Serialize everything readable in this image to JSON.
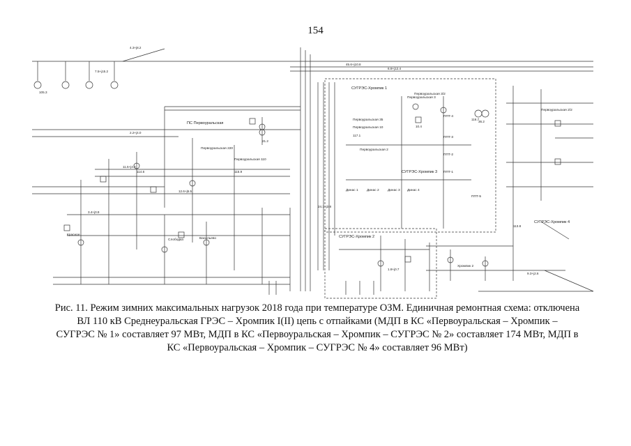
{
  "page": {
    "number": "154"
  },
  "caption": {
    "lines": [
      "Рис. 11. Режим зимних максимальных нагрузок 2018 года при температуре ОЗМ. Единичная ремонтная схема: отключена",
      "ВЛ 110 кВ Среднеуральская ГРЭС – Хромпик I(II) цепь с отпайками (МДП в КС «Первоуральская – Хромпик –",
      "СУГРЭС № 1» составляет 97 МВт, МДП в КС «Первоуральская – Хромпик – СУГРЭС № 2» составляет 174 МВт, МДП в",
      "КС «Первоуральская – Хромпик – СУГРЭС № 4» составляет 96 МВт)"
    ]
  },
  "diagram": {
    "stations": {
      "pervouralskaya": "ПС Первоуральская",
      "sugres_xrompik_1": "СУГРЭС-Хромпик 1",
      "sugres_xrompik_2": "СУГРЭС-Хромпик 2",
      "sugres_xrompik_3": "СУГРЭС-Хромпик 3",
      "sugres_xrompik_4": "СУГРЭС-Хромпик 4",
      "pervouralskaya_2": "Первоуральская 2",
      "pervouralskaya_3": "Первоуральская 3",
      "pervouralskaya_3_2": "Первоуральская 3/2",
      "pervouralskaya_2_2": "Первоуральская 2/2",
      "pervouralskaya_220": "Первоуральская 220",
      "pervouralskaya_110": "Первоуральская 110",
      "pervouralskaya_35": "Первоуральская 35",
      "pervouralskaya_10": "Первоуральская 10",
      "dinas_1": "Динас 1",
      "dinas_2": "Динас 2",
      "dinas_3": "Динас 3",
      "dinas_4": "Динас 4",
      "ppt_1": "ППТ-1",
      "ppt_2": "ППТ-2",
      "ppt_3": "ППТ-3",
      "ppt_4": "ППТ-4",
      "ppt_5": "ППТ-5",
      "krasnoe": "Красное",
      "slobodka": "Слободка",
      "vasilyevo": "Васильево",
      "xromp": "Хромпик 2"
    },
    "values": {
      "v1": "4.3+j8.2",
      "v2": "7.5+j15.2",
      "v3": "45.6+j10.8",
      "v4": "6.8+j12.4",
      "v5": "2.2+j4.0",
      "v6": "11.5+j4.2",
      "v7": "12.6+j5.5",
      "v8": "3.4+j0.9",
      "v9": "105.3",
      "v10": "114.6",
      "v11": "115.9",
      "v12": "117.1",
      "v13": "116.7",
      "v14": "113.8",
      "v15": "21.2",
      "v16": "10.4",
      "v17": "36.2",
      "v18": "1.8+j0.7",
      "v19": "24.1+j3.8",
      "v20": "9.3+j2.6"
    }
  }
}
